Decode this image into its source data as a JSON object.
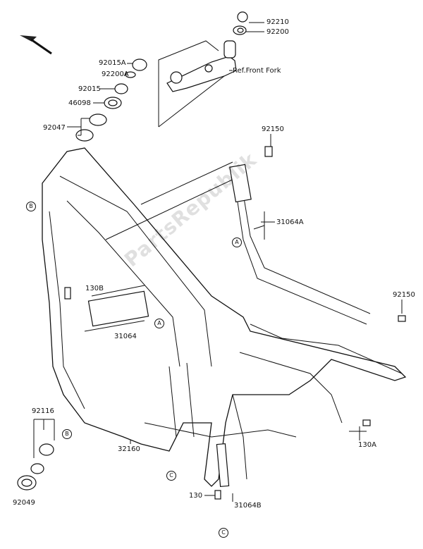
{
  "watermark": "PartsRepublik",
  "labels": {
    "p92210": "92210",
    "p92200": "92200",
    "ref_front_fork": "Ref.Front Fork",
    "p92015A": "92015A",
    "p92200A": "92200A",
    "p92015": "92015",
    "p46098": "46098",
    "p92047": "92047",
    "p92150_top": "92150",
    "p31064A": "31064A",
    "p130B": "130B",
    "p31064": "31064",
    "p92150_right": "92150",
    "p92116": "92116",
    "p130A": "130A",
    "p32160": "32160",
    "p92049": "92049",
    "p130": "130",
    "p31064B": "31064B"
  },
  "callouts": {
    "A": "A",
    "B": "B",
    "C": "C"
  },
  "icons": {
    "direction_arrow": "arrow-up-left-icon"
  }
}
